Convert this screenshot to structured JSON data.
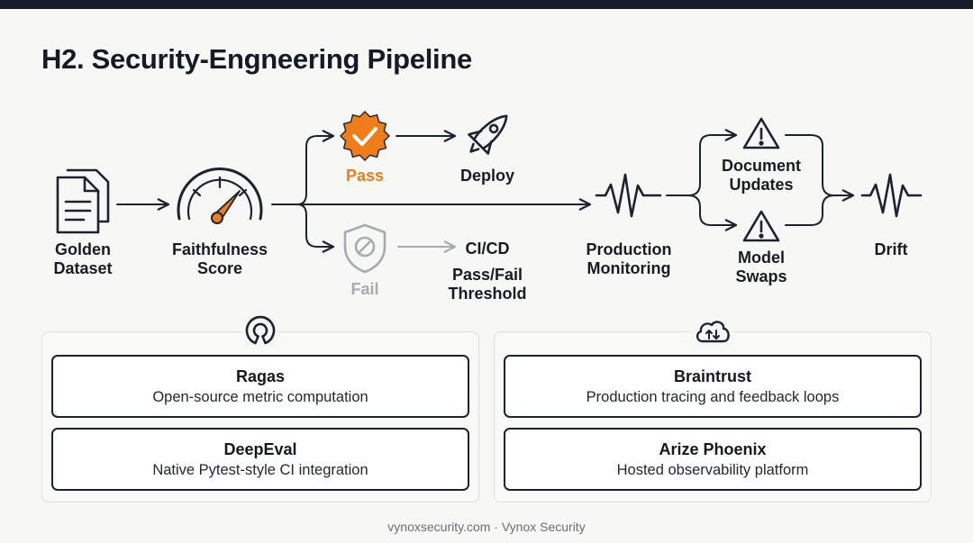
{
  "title": "H2. Security-Engneering Pipeline",
  "nodes": {
    "golden_dataset": [
      "Golden",
      "Dataset"
    ],
    "faithfulness_score": [
      "Faithfulness",
      "Score"
    ],
    "pass": "Pass",
    "deploy": "Deploy",
    "fail": "Fail",
    "cicd": [
      "CI/CD",
      "Pass/Fail",
      "Threshold"
    ],
    "production_monitoring": [
      "Production",
      "Monitoring"
    ],
    "document_updates": [
      "Document",
      "Updates"
    ],
    "model_swaps": [
      "Model",
      "Swaps"
    ],
    "drift": "Drift"
  },
  "colors": {
    "accent": "#f07c1a",
    "ink": "#1b2230",
    "muted": "#a6abb2"
  },
  "icons": {
    "dataset": "documents-icon",
    "score": "gauge-icon",
    "pass": "check-badge-icon",
    "deploy": "rocket-icon",
    "fail": "shield-block-icon",
    "monitoring": "pulse-icon",
    "warning": "warning-triangle-icon",
    "drift": "pulse-icon",
    "open_source": "open-source-icon",
    "cloud": "cloud-sync-icon"
  },
  "panels": [
    {
      "tools": [
        {
          "name": "Ragas",
          "desc": "Open-source metric computation"
        },
        {
          "name": "DeepEval",
          "desc": "Native Pytest-style CI integration"
        }
      ]
    },
    {
      "tools": [
        {
          "name": "Braintrust",
          "desc": "Production tracing and feedback loops"
        },
        {
          "name": "Arize Phoenix",
          "desc": "Hosted observability platform"
        }
      ]
    }
  ],
  "footer": "vynoxsecurity.com · Vynox Security"
}
